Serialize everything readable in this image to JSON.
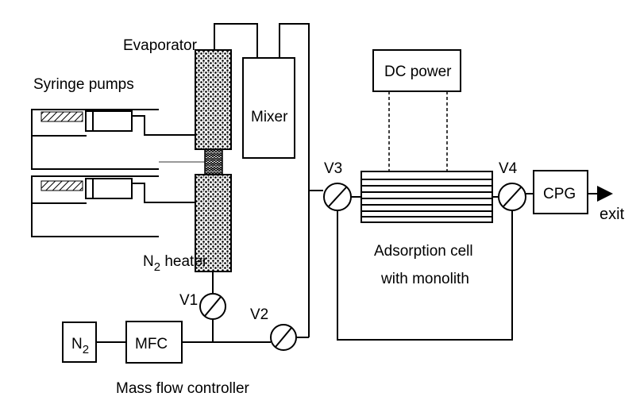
{
  "labels": {
    "evaporator": "Evaporator",
    "syringe_pumps": "Syringe pumps",
    "mixer": "Mixer",
    "dc_power": "DC power",
    "v1": "V1",
    "v2": "V2",
    "v3": "V3",
    "v4": "V4",
    "cpg": "CPG",
    "exit": "exit",
    "adsorption_cell_line1": "Adsorption cell",
    "adsorption_cell_line2": "with monolith",
    "n2_heater_symbol": "N",
    "n2_heater_subscript": "2",
    "n2_heater_text": " heater",
    "n2_source_symbol": "N",
    "n2_source_subscript": "2",
    "mfc": "MFC",
    "mass_flow_controller": "Mass flow controller"
  }
}
